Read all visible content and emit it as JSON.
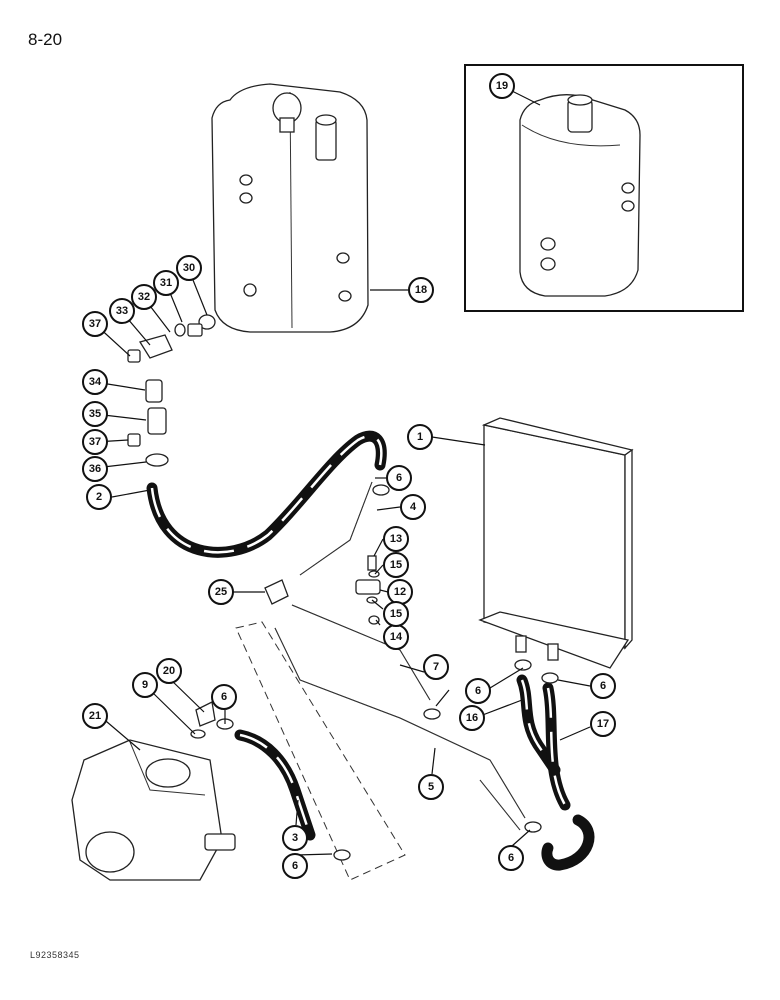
{
  "page": {
    "number": "8-20",
    "figure_code": "L92358345"
  },
  "callouts": {
    "c1": "1",
    "c2": "2",
    "c3": "3",
    "c4": "4",
    "c5": "5",
    "c6a": "6",
    "c6b": "6",
    "c6c": "6",
    "c6d": "6",
    "c6e": "6",
    "c6f": "6",
    "c7": "7",
    "c9": "9",
    "c12": "12",
    "c13": "13",
    "c14": "14",
    "c15a": "15",
    "c15b": "15",
    "c16": "16",
    "c17": "17",
    "c18": "18",
    "c19": "19",
    "c20": "20",
    "c21": "21",
    "c25": "25",
    "c30": "30",
    "c31": "31",
    "c32": "32",
    "c33": "33",
    "c34": "34",
    "c35": "35",
    "c36": "36",
    "c37a": "37",
    "c37b": "37"
  },
  "colors": {
    "line": "#111111",
    "background": "#ffffff",
    "radiator_fill": "#c8c8c8"
  }
}
